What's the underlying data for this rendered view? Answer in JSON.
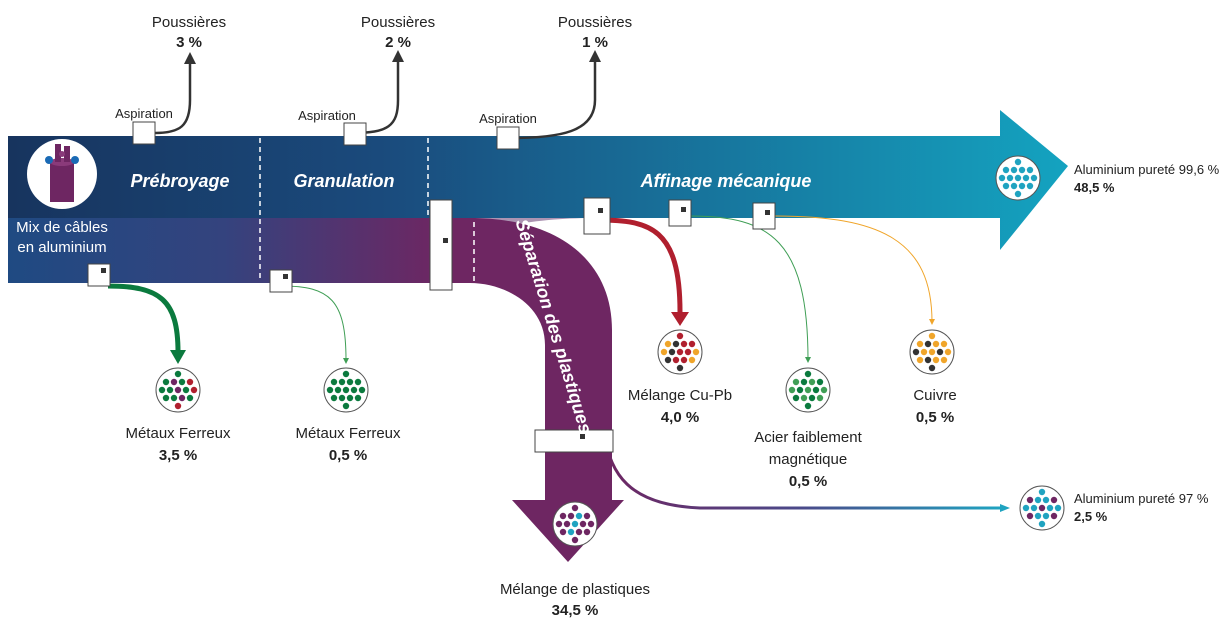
{
  "colors": {
    "main_dark": "#17345e",
    "main_light": "#14a3c0",
    "plastic": "#6e2662",
    "ferrous": "#0b7a3e",
    "cupb": "#b01f2e",
    "steel": "#3f9e55",
    "copper": "#f0a52a",
    "dust": "#333333",
    "alu97": "#1fa3c0"
  },
  "input": {
    "line1": "Mix de câbles",
    "line2": "en aluminium"
  },
  "stages": [
    {
      "label": "Prébroyage"
    },
    {
      "label": "Granulation"
    },
    {
      "label": "Affinage mécanique"
    },
    {
      "label": "Séparation des plastiques"
    }
  ],
  "aspiration": [
    {
      "label": "Aspiration",
      "output": "Poussières",
      "value": "3 %"
    },
    {
      "label": "Aspiration",
      "output": "Poussières",
      "value": "2 %"
    },
    {
      "label": "Aspiration",
      "output": "Poussières",
      "value": "1 %"
    }
  ],
  "outputs": {
    "ferrous1": {
      "label": "Métaux Ferreux",
      "value": "3,5 %",
      "icon": "ferrous-metal-particles-icon"
    },
    "ferrous2": {
      "label": "Métaux Ferreux",
      "value": "0,5 %",
      "icon": "ferrous-metal-particles-icon"
    },
    "cupb": {
      "label": "Mélange Cu-Pb",
      "value": "4,0 %",
      "icon": "copper-lead-particles-icon"
    },
    "steel": {
      "line1": "Acier faiblement",
      "line2": "magnétique",
      "value": "0,5 %",
      "icon": "steel-particles-icon"
    },
    "copper": {
      "label": "Cuivre",
      "value": "0,5 %",
      "icon": "copper-particles-icon"
    },
    "plastics": {
      "label": "Mélange de plastiques",
      "value": "34,5 %",
      "icon": "plastic-particles-icon"
    },
    "alu97": {
      "label": "Aluminium pureté 97 %",
      "value": "2,5 %",
      "icon": "aluminium-particles-icon"
    },
    "alu996": {
      "label": "Aluminium pureté 99,6 %",
      "value": "48,5 %",
      "icon": "aluminium-particles-icon"
    }
  }
}
